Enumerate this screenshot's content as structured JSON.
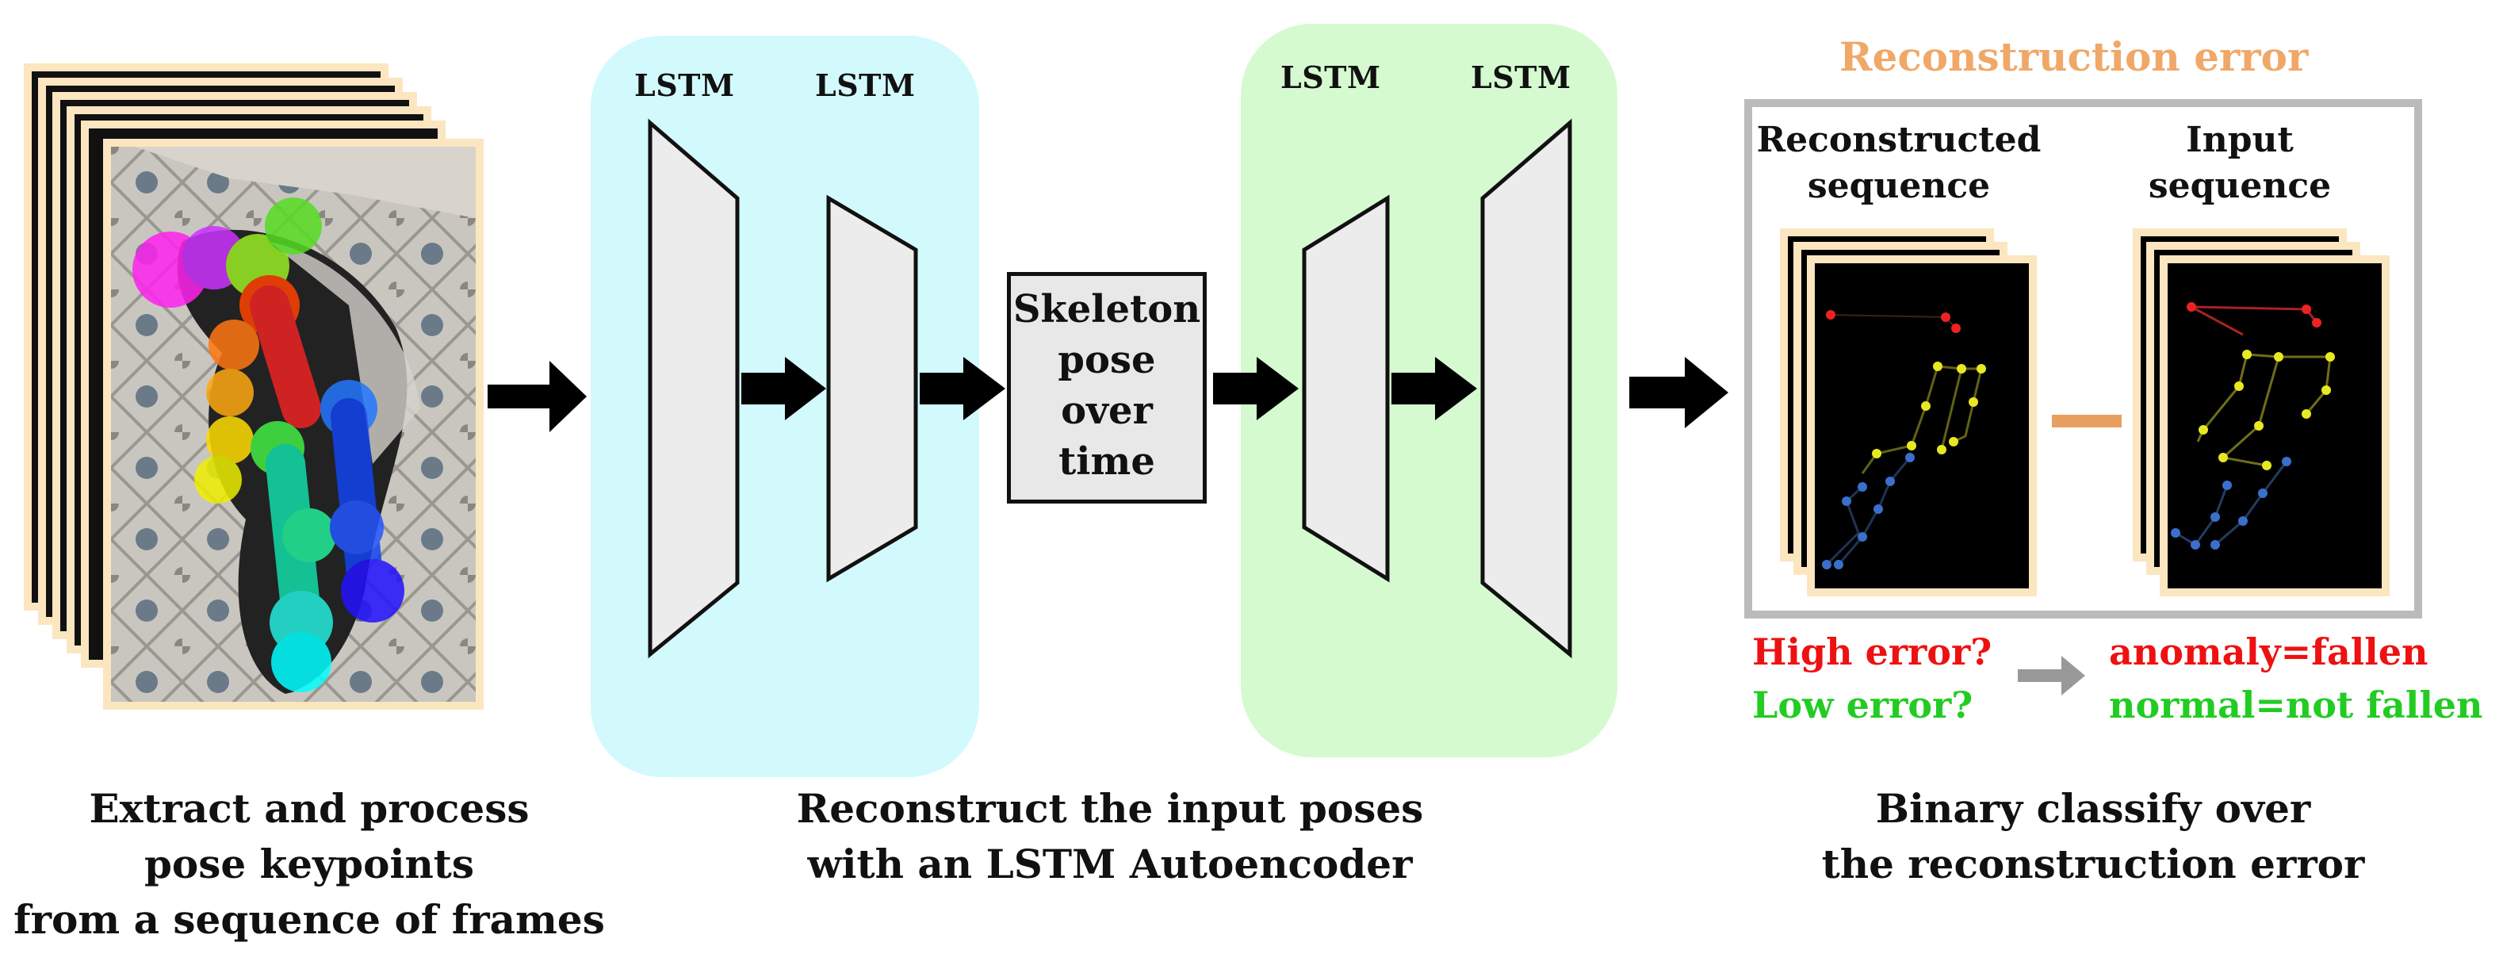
{
  "stage1": {
    "caption_lines": [
      "Extract and process",
      "pose keypoints",
      "from a sequence of frames"
    ]
  },
  "encoder": {
    "lstm_label_1": "LSTM",
    "lstm_label_2": "LSTM"
  },
  "latent": {
    "lines": [
      "Skeleton",
      "pose",
      "over",
      "time"
    ]
  },
  "decoder": {
    "lstm_label_1": "LSTM",
    "lstm_label_2": "LSTM"
  },
  "stage2": {
    "caption_lines": [
      "Reconstruct the input poses",
      "with an LSTM Autoencoder"
    ]
  },
  "reconstruction": {
    "title": "Reconstruction error",
    "reconstructed_label_lines": [
      "Reconstructed",
      "sequence"
    ],
    "input_label_lines": [
      "Input",
      "sequence"
    ]
  },
  "classification": {
    "high_error": "High error?",
    "low_error": "Low error?",
    "anomaly": "anomaly=fallen",
    "normal": "normal=not fallen"
  },
  "stage3": {
    "caption_lines": [
      "Binary classify over",
      "the reconstruction error"
    ]
  },
  "colors": {
    "encoder_bg": "#d2fafd",
    "decoder_bg": "#d5fad0",
    "title_orange": "#f0a868",
    "error_red": "#ee1111",
    "ok_green": "#22cc22"
  }
}
